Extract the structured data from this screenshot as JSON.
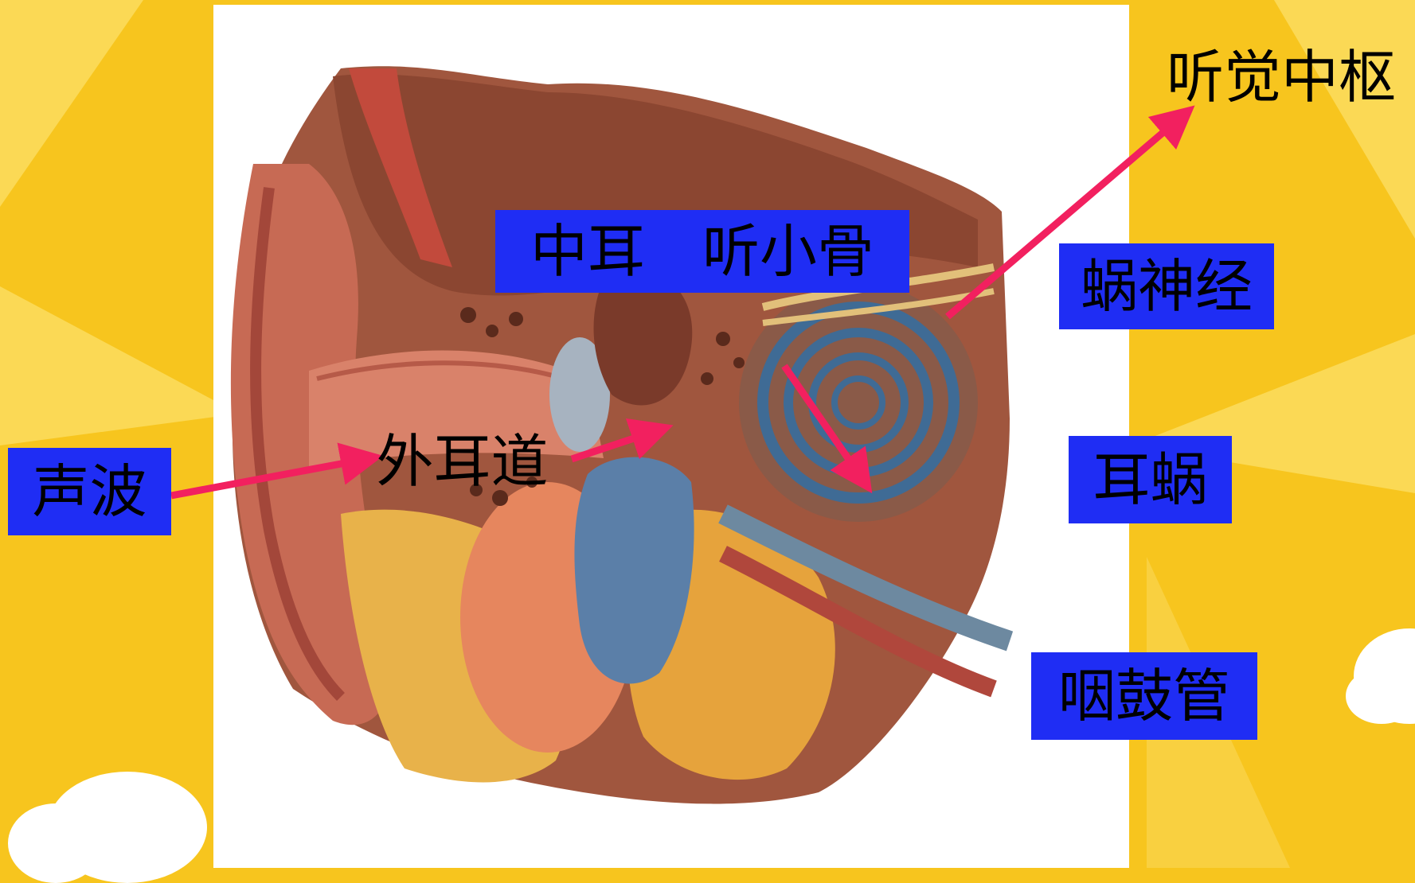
{
  "labels": {
    "sound_wave": "声波",
    "ear_canal": "外耳道",
    "middle_ear": "中耳　听小骨",
    "auditory_center": "听觉中枢",
    "cochlear_nerve": "蜗神经",
    "cochlea": "耳蜗",
    "eustachian_tube": "咽鼓管"
  },
  "colors": {
    "background": "#f7c51e",
    "label_box": "#1f2df4",
    "arrow": "#f2205f",
    "panel": "#ffffff"
  }
}
